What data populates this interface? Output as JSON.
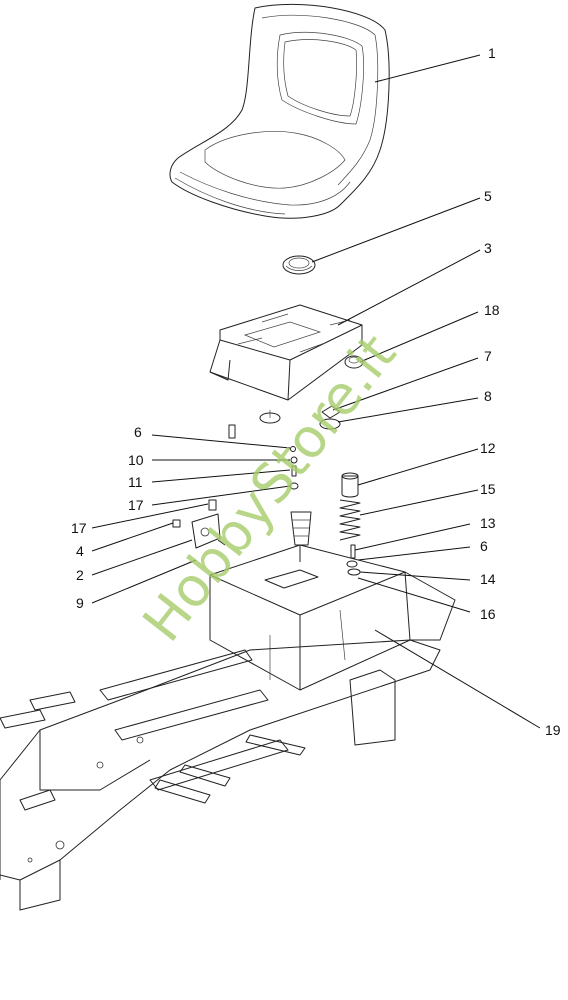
{
  "callouts": {
    "c1": "1",
    "c5": "5",
    "c3": "3",
    "c18": "18",
    "c7": "7",
    "c8": "8",
    "c6a": "6",
    "c10": "10",
    "c11": "11",
    "c17a": "17",
    "c17b": "17",
    "c4": "4",
    "c2": "2",
    "c9": "9",
    "c12": "12",
    "c15": "15",
    "c13": "13",
    "c6b": "6",
    "c14": "14",
    "c16": "16",
    "c19": "19"
  },
  "watermark": {
    "text": "HobbyStore.it",
    "color": "#a7cc6b"
  }
}
